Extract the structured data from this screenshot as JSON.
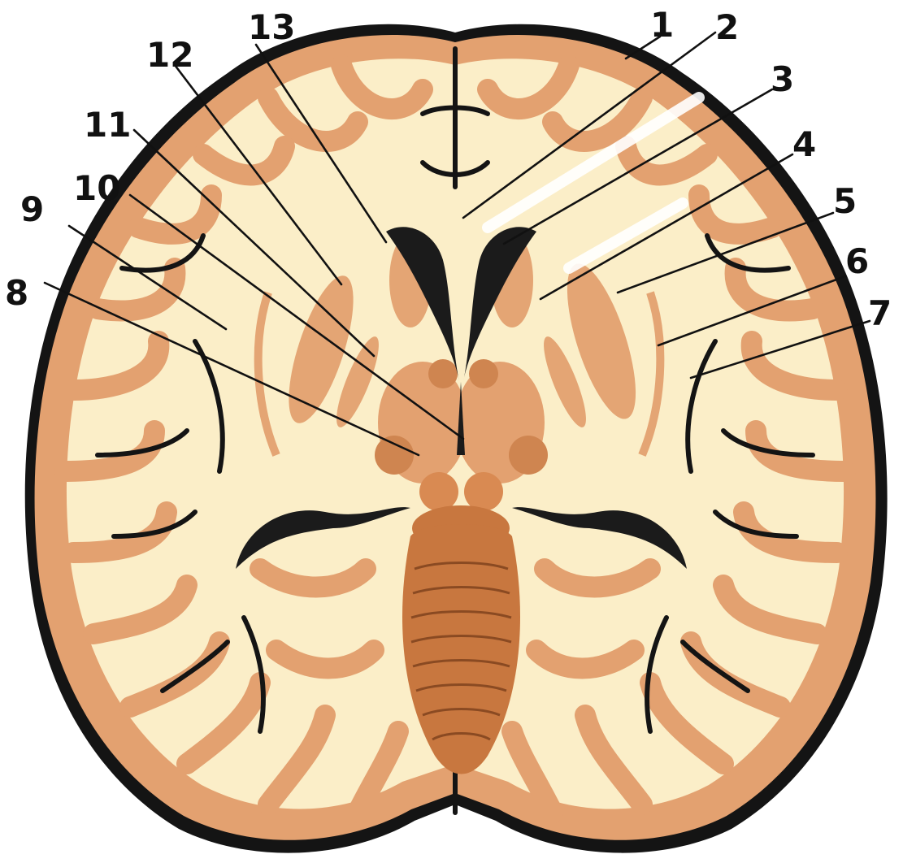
{
  "diagram": {
    "labels": [
      "1",
      "2",
      "3",
      "4",
      "5",
      "6",
      "7",
      "8",
      "9",
      "10",
      "11",
      "12",
      "13"
    ]
  },
  "colors": {
    "background": "#ffffff",
    "white_matter": "#fbeec8",
    "cortex": "#e3a170",
    "cortex_dark": "#cf8550",
    "sulcus": "#141414",
    "brainstem": "#c8773f",
    "ventricle": "#1b1b1b",
    "label_text": "#111111"
  }
}
